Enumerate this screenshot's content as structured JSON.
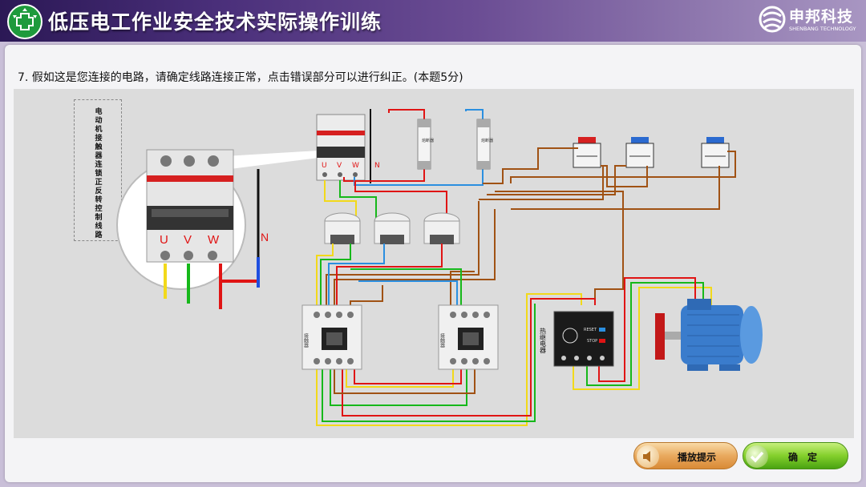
{
  "header": {
    "title": "低压电工作业安全技术实际操作训练"
  },
  "brand": {
    "name": "申邦科技",
    "subtitle": "SHENBANG TECHNOLOGY"
  },
  "question": {
    "text": "7. 假如这是您连接的电路，请确定线路连接正常，点击错误部分可以进行纠正。(本题5分)"
  },
  "diagram": {
    "circuit_title": "电动机接触器连锁正反转控制线路",
    "phase_labels": [
      "U",
      "V",
      "W"
    ],
    "neutral_label": "N",
    "fuse_label": "熔断器",
    "contactor_label": "接触器",
    "relay_label": "热继电器",
    "relay_reset": "RESET",
    "relay_stop": "STOP"
  },
  "buttons": {
    "hint": "播放提示",
    "confirm": "确　定"
  },
  "colors": {
    "yellow": "#f2d91a",
    "green": "#16b81a",
    "red": "#e01414",
    "blue": "#2b8fe0",
    "brown": "#a05214",
    "black": "#111111"
  }
}
